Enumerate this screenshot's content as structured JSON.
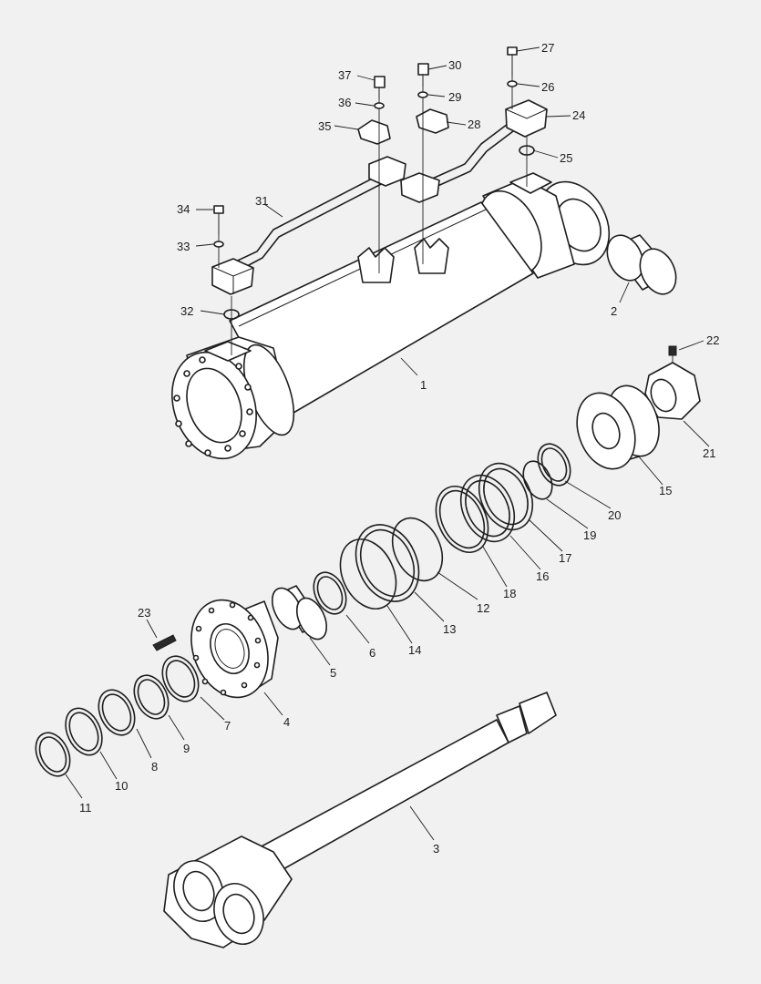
{
  "diagram": {
    "callouts": [
      {
        "id": "1",
        "text": "1"
      },
      {
        "id": "2",
        "text": "2"
      },
      {
        "id": "3",
        "text": "3"
      },
      {
        "id": "4",
        "text": "4"
      },
      {
        "id": "5",
        "text": "5"
      },
      {
        "id": "6",
        "text": "6"
      },
      {
        "id": "7",
        "text": "7"
      },
      {
        "id": "8",
        "text": "8"
      },
      {
        "id": "9",
        "text": "9"
      },
      {
        "id": "10",
        "text": "10"
      },
      {
        "id": "11",
        "text": "11"
      },
      {
        "id": "12",
        "text": "12"
      },
      {
        "id": "13",
        "text": "13"
      },
      {
        "id": "14",
        "text": "14"
      },
      {
        "id": "15",
        "text": "15"
      },
      {
        "id": "16",
        "text": "16"
      },
      {
        "id": "17",
        "text": "17"
      },
      {
        "id": "18",
        "text": "18"
      },
      {
        "id": "19",
        "text": "19"
      },
      {
        "id": "20",
        "text": "20"
      },
      {
        "id": "21",
        "text": "21"
      },
      {
        "id": "22",
        "text": "22"
      },
      {
        "id": "23",
        "text": "23"
      },
      {
        "id": "24",
        "text": "24"
      },
      {
        "id": "25",
        "text": "25"
      },
      {
        "id": "26",
        "text": "26"
      },
      {
        "id": "27",
        "text": "27"
      },
      {
        "id": "28",
        "text": "28"
      },
      {
        "id": "29",
        "text": "29"
      },
      {
        "id": "30",
        "text": "30"
      },
      {
        "id": "31",
        "text": "31"
      },
      {
        "id": "32",
        "text": "32"
      },
      {
        "id": "33",
        "text": "33"
      },
      {
        "id": "34",
        "text": "34"
      },
      {
        "id": "35",
        "text": "35"
      },
      {
        "id": "36",
        "text": "36"
      },
      {
        "id": "37",
        "text": "37"
      }
    ],
    "colors": {
      "ink": "#1e1e1e",
      "background": "#f1f1f1",
      "part_fill": "#ffffff"
    }
  }
}
